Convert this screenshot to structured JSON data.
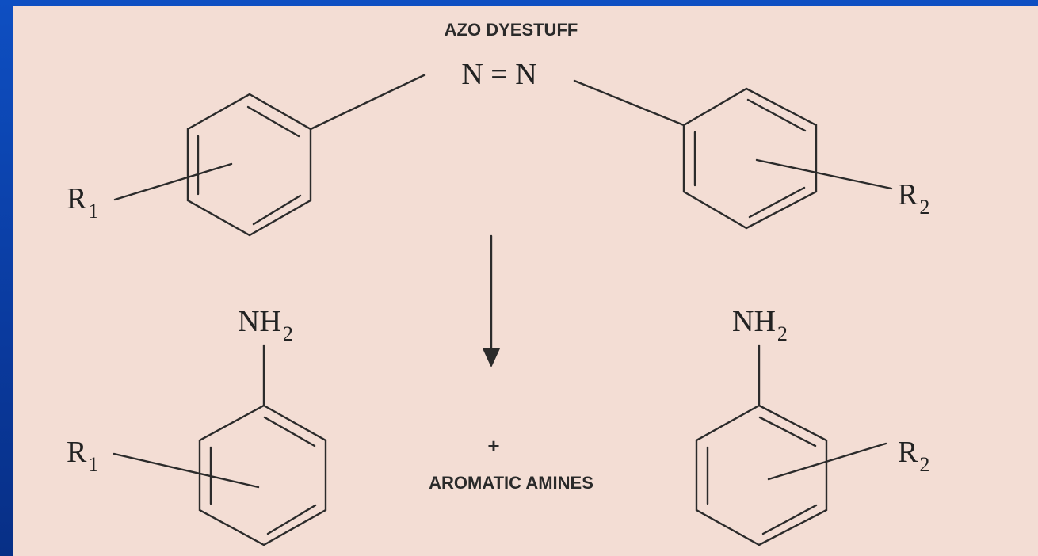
{
  "title": "AZO DYESTUFF",
  "azo_bond": "N = N",
  "products_label": "AROMATIC AMINES",
  "plus": "+",
  "substituents": {
    "left": {
      "base": "R",
      "sub": "1"
    },
    "right": {
      "base": "R",
      "sub": "2"
    }
  },
  "amine": {
    "base": "NH",
    "sub": "2"
  },
  "colors": {
    "frame": "#0a3a9e",
    "panel": "#f3ddd4",
    "ink": "#2b2b2b"
  }
}
